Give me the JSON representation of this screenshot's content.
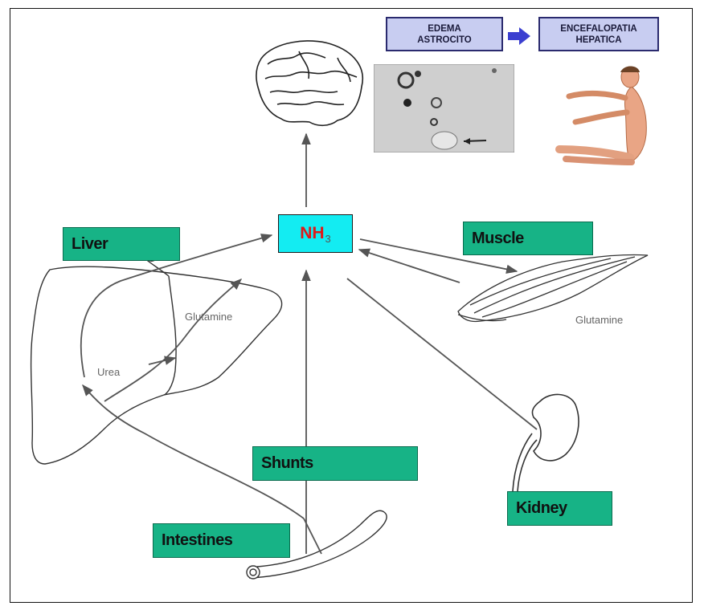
{
  "header": {
    "edema_line1": "EDEMA",
    "edema_line2": "ASTROCITO",
    "encef_line1": "ENCEFALOPATIA",
    "encef_line2": "HEPATICA"
  },
  "center": {
    "nh": "NH",
    "sub": "3"
  },
  "labels": {
    "liver": "Liver",
    "muscle": "Muscle",
    "shunts": "Shunts",
    "intestines": "Intestines",
    "kidney": "Kidney",
    "glutamine_liver": "Glutamine",
    "glutamine_muscle": "Glutamine",
    "urea": "Urea"
  },
  "colors": {
    "label_green": "#17b386",
    "nh3_cyan": "#13ecf2",
    "nh3_red": "#e01818",
    "edema_fill": "#c8cdf1",
    "edema_border": "#2a2a6e",
    "arrow_gray": "#555555",
    "blue_arrow": "#3b3fd0"
  }
}
